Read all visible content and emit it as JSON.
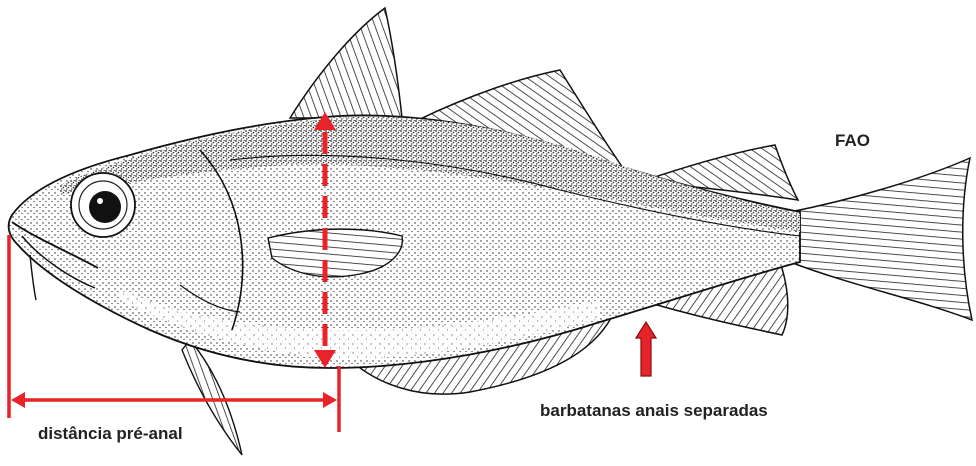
{
  "labels": {
    "source": "FAO",
    "anal_fins_note": "barbatanas anais separadas",
    "pre_anal_distance": "distância pré-anal"
  },
  "colors": {
    "annotation": "#e8232a",
    "ink": "#1a1a1a",
    "background": "#ffffff"
  },
  "illustration": {
    "subject": "fish-drawing",
    "style": "stippled black ink"
  }
}
